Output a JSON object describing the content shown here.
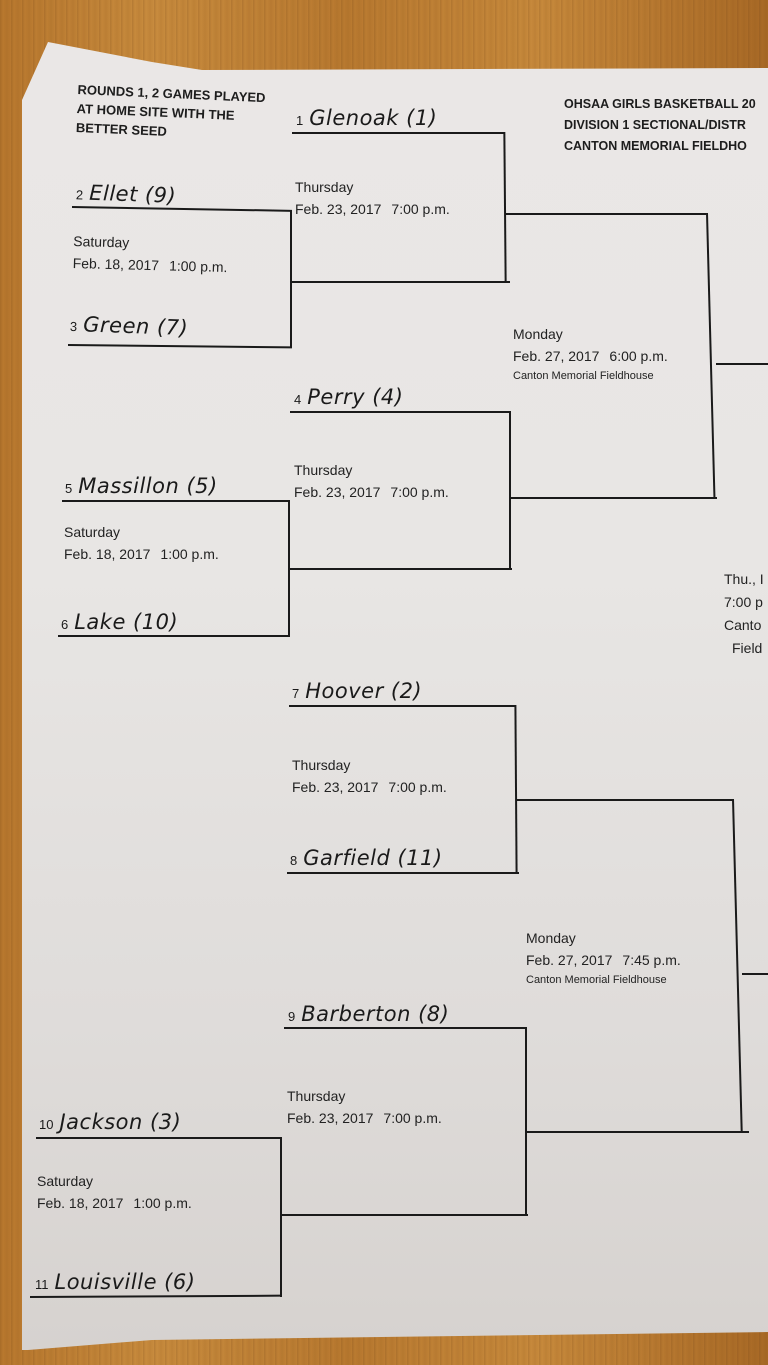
{
  "header": {
    "left_lines": [
      "ROUNDS 1, 2 GAMES PLAYED",
      "AT HOME SITE WITH THE",
      "BETTER SEED"
    ],
    "right_lines": [
      "OHSAA GIRLS BASKETBALL 20",
      "DIVISION 1  SECTIONAL/DISTR",
      "CANTON MEMORIAL FIELDHO"
    ]
  },
  "teams": [
    {
      "slot": "1",
      "name": "Glenoak (1)"
    },
    {
      "slot": "2",
      "name": "Ellet (9)"
    },
    {
      "slot": "3",
      "name": "Green (7)"
    },
    {
      "slot": "4",
      "name": "Perry (4)"
    },
    {
      "slot": "5",
      "name": "Massillon (5)"
    },
    {
      "slot": "6",
      "name": "Lake (10)"
    },
    {
      "slot": "7",
      "name": "Hoover (2)"
    },
    {
      "slot": "8",
      "name": "Garfield (11)"
    },
    {
      "slot": "9",
      "name": "Barberton (8)"
    },
    {
      "slot": "10",
      "name": "Jackson (3)"
    },
    {
      "slot": "11",
      "name": "Louisville (6)"
    }
  ],
  "games": {
    "r1_top": {
      "day": "Saturday",
      "date": "Feb. 18, 2017",
      "time": "1:00 p.m."
    },
    "r1_mid": {
      "day": "Saturday",
      "date": "Feb. 18, 2017",
      "time": "1:00 p.m."
    },
    "r1_bot": {
      "day": "Saturday",
      "date": "Feb. 18, 2017",
      "time": "1:00 p.m."
    },
    "r2_a": {
      "day": "Thursday",
      "date": "Feb. 23, 2017",
      "time": "7:00 p.m."
    },
    "r2_b": {
      "day": "Thursday",
      "date": "Feb. 23, 2017",
      "time": "7:00 p.m."
    },
    "r2_c": {
      "day": "Thursday",
      "date": "Feb. 23, 2017",
      "time": "7:00 p.m."
    },
    "r2_d": {
      "day": "Thursday",
      "date": "Feb. 23, 2017",
      "time": "7:00 p.m."
    },
    "semi_top": {
      "day": "Monday",
      "date": "Feb. 27, 2017",
      "time": "6:00 p.m.",
      "venue": "Canton Memorial Fieldhouse"
    },
    "semi_bot": {
      "day": "Monday",
      "date": "Feb. 27, 2017",
      "time": "7:45 p.m.",
      "venue": "Canton Memorial Fieldhouse"
    },
    "final_partial": [
      "Thu., I",
      "7:00 p",
      "Canto",
      "Field"
    ]
  }
}
